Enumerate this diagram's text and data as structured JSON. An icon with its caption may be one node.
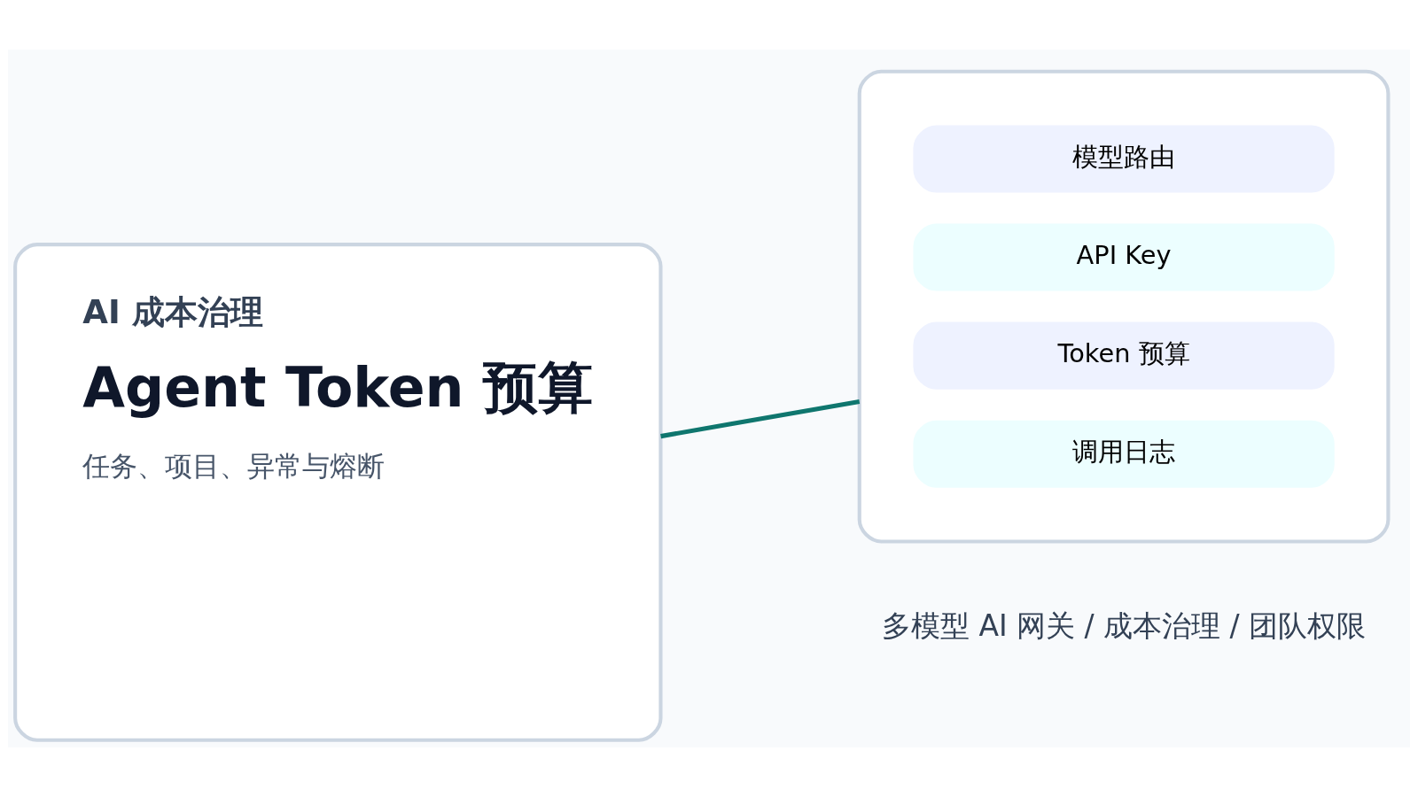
{
  "diagram": {
    "nodes": [
      {
        "text": [
          "AI 成本治理",
          "Agent Token 预算",
          "任务、项目、异常与熔断"
        ]
      },
      {
        "text": [],
        "shape": "box"
      },
      {
        "text": [
          "模型路由"
        ],
        "in": 1
      },
      {
        "text": [
          "API Key"
        ],
        "in": 1
      },
      {
        "text": [
          "Token 预算"
        ],
        "in": 1
      },
      {
        "text": [
          "调用日志"
        ],
        "in": 1
      }
    ],
    "edges": [
      {
        "from": 0,
        "to": 1,
        "arrow": "none",
        "color": "#0f766e"
      }
    ],
    "labels": [
      "多模型 AI 网关 / 成本治理 / 团队权限"
    ]
  }
}
